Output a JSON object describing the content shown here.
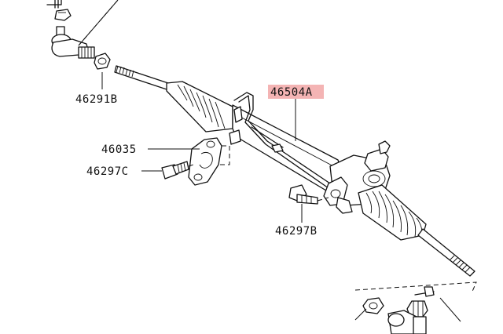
{
  "highlight_color": "#f4b4b4",
  "parts": [
    {
      "id": "tie-rod-end-nut",
      "label": "46291B"
    },
    {
      "id": "clamp",
      "label": "46035"
    },
    {
      "id": "clamp-bolt",
      "label": "46297C"
    },
    {
      "id": "rack-assembly",
      "label": "46504A",
      "highlighted": true
    },
    {
      "id": "mount-bolt",
      "label": "46297B"
    }
  ]
}
